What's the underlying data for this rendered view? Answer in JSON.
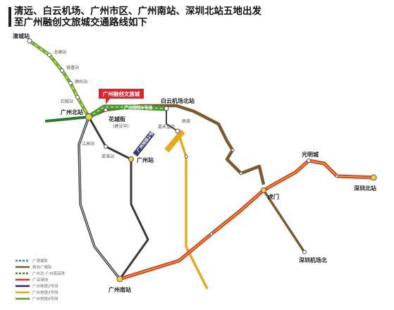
{
  "title": {
    "line1": "清远、白云机场、广州市区、广州南站、深圳北站五地出发",
    "line2": "至广州融创文旅城交通路线如下"
  },
  "callout": {
    "text": "广州融创文旅城",
    "color": "#d9262c"
  },
  "stations": {
    "qingcheng": "清城站",
    "longtang": "龙塘站",
    "yinzhan": "银盏站",
    "shiling": "狮岭站",
    "shijing": "石陂站",
    "guangzhou_north": "广州北站",
    "huacheng": "花城街",
    "huacheng_note": "(建设中)",
    "baiyun_airport_north": "白云机场北站",
    "gaozeng": "高增",
    "jiahe": "嘉禾望岗",
    "jianggao": "江高站",
    "tangxi": "棠溪站",
    "guangzhou": "广州站",
    "guangming": "光明城",
    "shenzhen_north": "深圳北站",
    "humen": "虎门",
    "shenzhen_airport_north": "深圳机场北",
    "guangzhou_south": "广州南站"
  },
  "line_labels": {
    "metro9": "广州地铁9号线",
    "metro3": "广州地铁3号线",
    "metro2": "广州地铁2号线"
  },
  "legend": [
    {
      "label": "广清城轨",
      "color": "#2a86c8",
      "dashed": true
    },
    {
      "label": "新白广城际",
      "color": "#7a5a2e",
      "dashed": false
    },
    {
      "label": "广州北-广州南高铁",
      "color": "#3a8a3a",
      "dashed": true
    },
    {
      "label": "广深港线",
      "color": "#d43a1f",
      "dashed": false
    },
    {
      "label": "广州地铁2号线",
      "color": "#2a2a5a",
      "dashed": false
    },
    {
      "label": "广州地铁3号线",
      "color": "#e8a81c",
      "dashed": false
    },
    {
      "label": "广州地铁9号线",
      "color": "#5aa032",
      "dashed": false
    }
  ]
}
